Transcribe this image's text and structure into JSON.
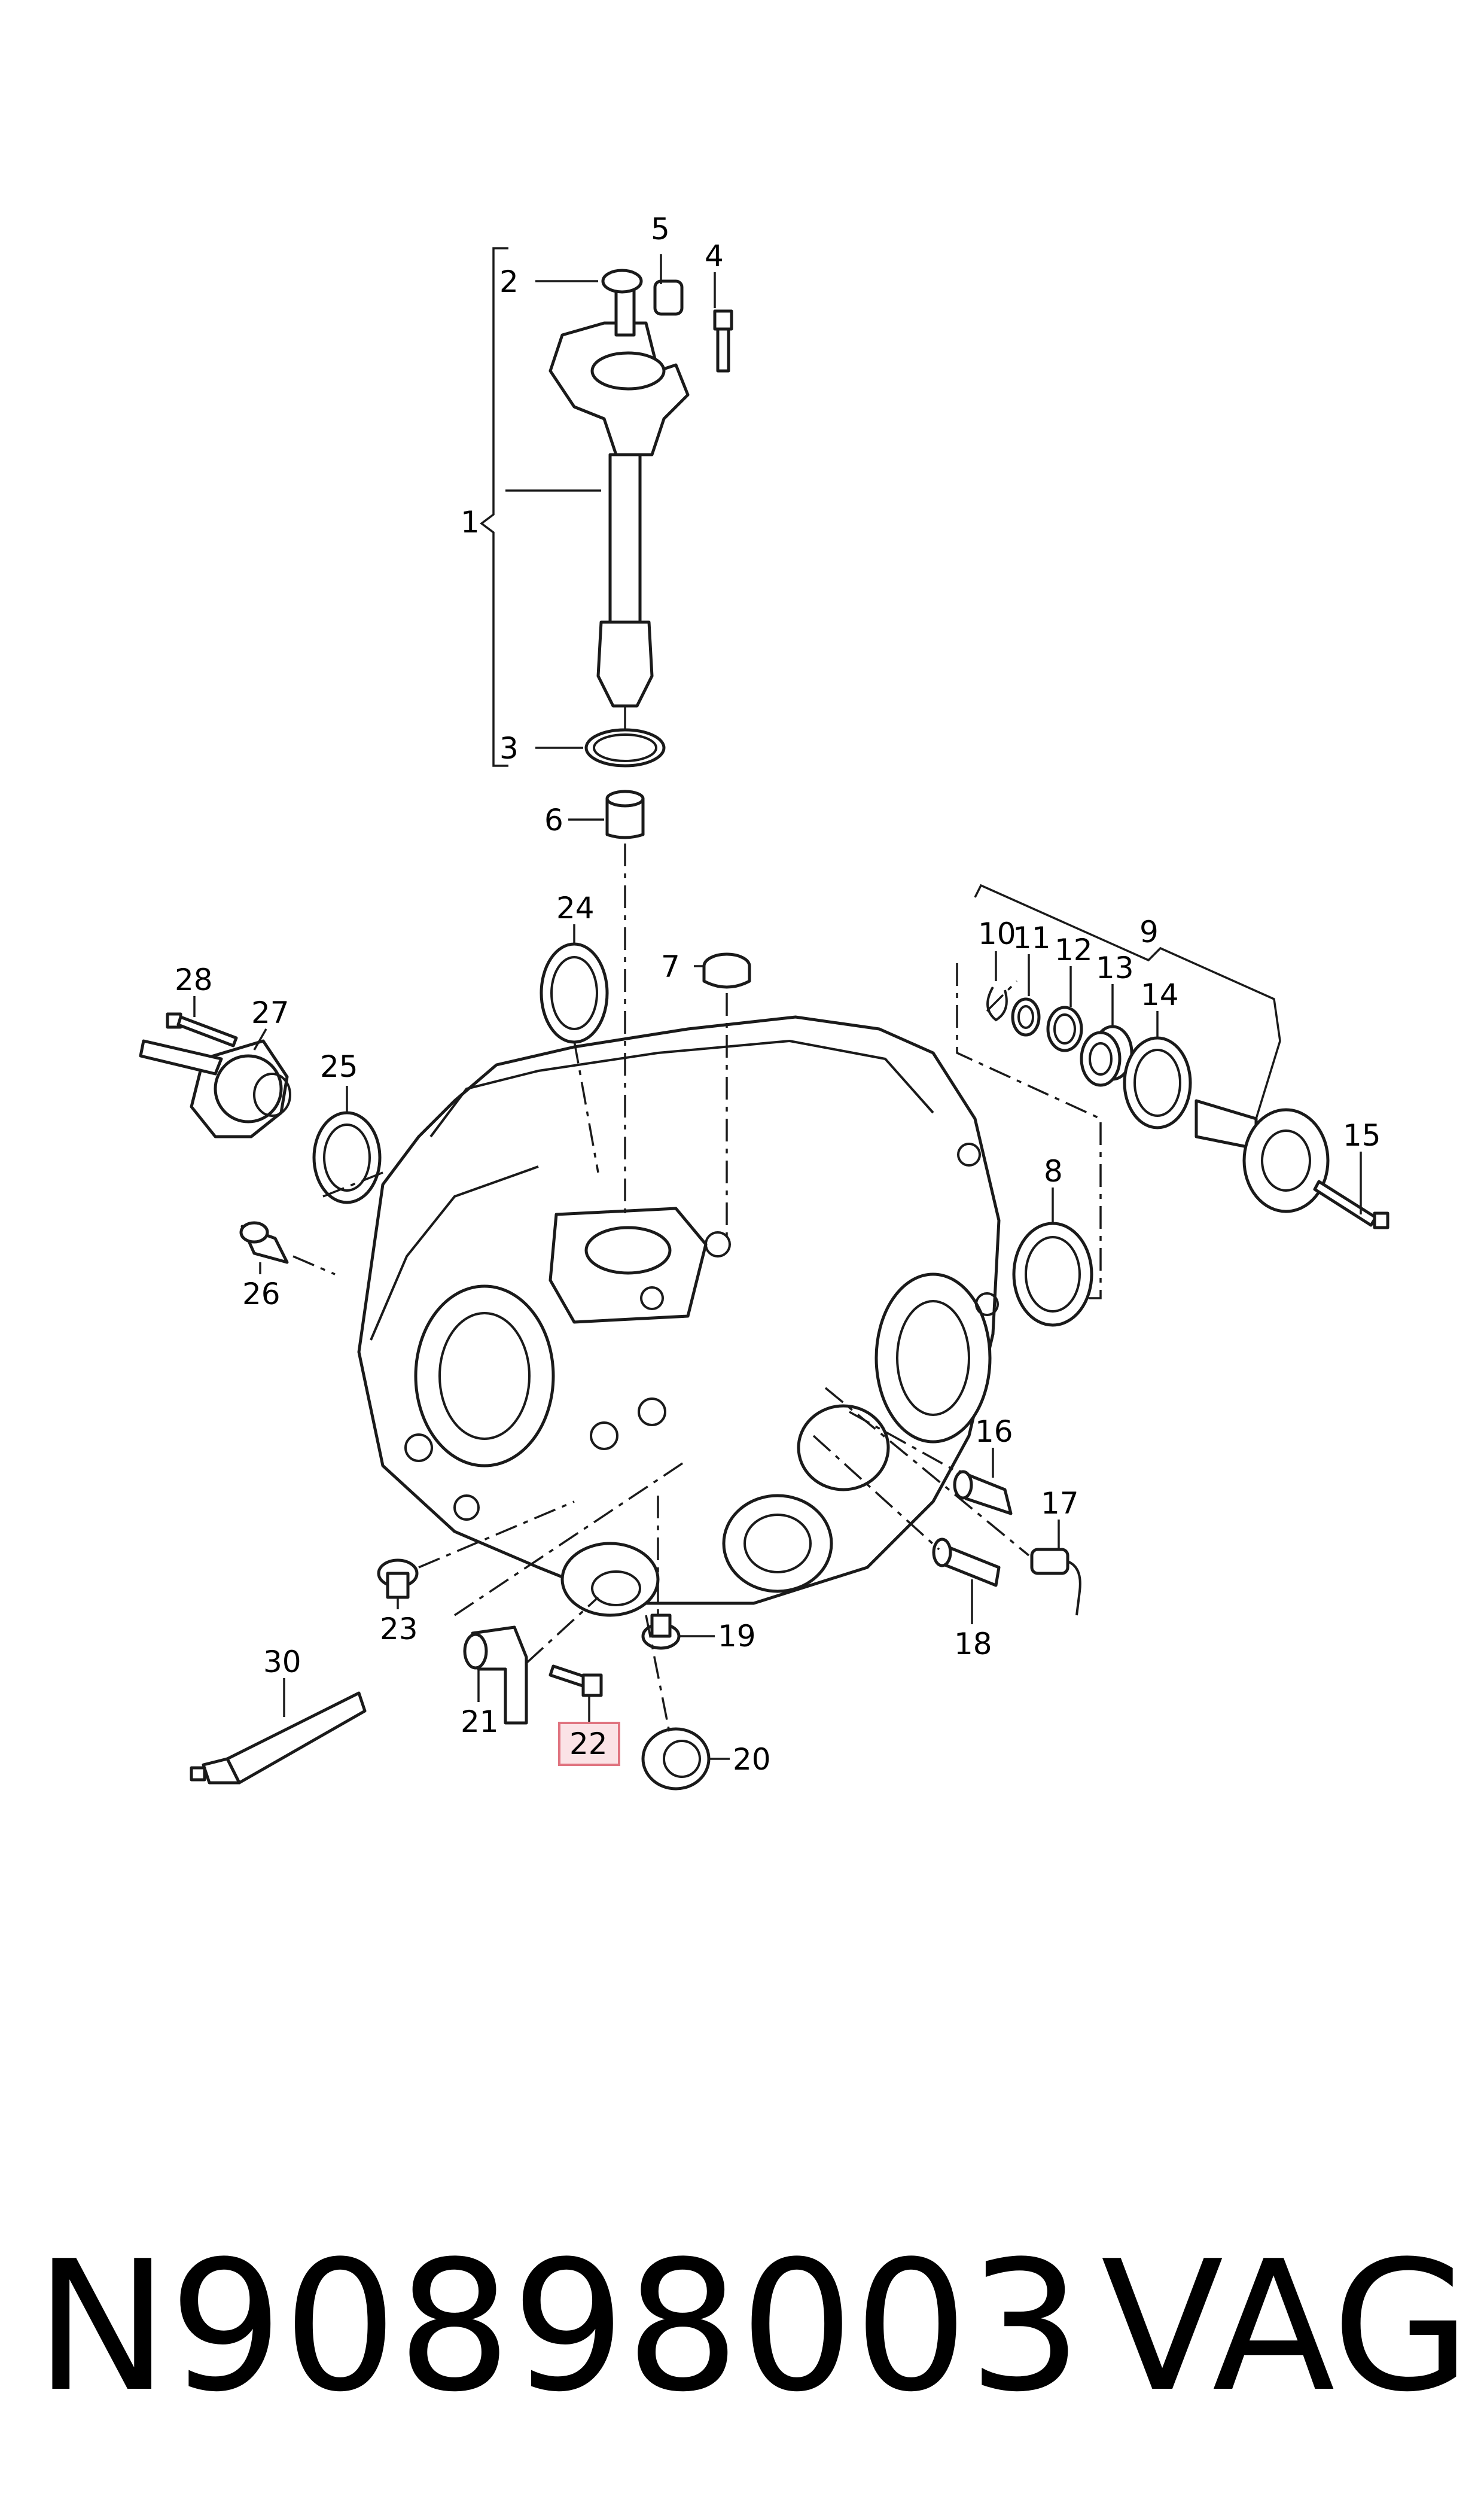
{
  "diagram": {
    "callouts": [
      "1",
      "2",
      "3",
      "4",
      "5",
      "6",
      "7",
      "8",
      "9",
      "10",
      "11",
      "12",
      "13",
      "14",
      "15",
      "16",
      "17",
      "18",
      "19",
      "20",
      "21",
      "22",
      "23",
      "24",
      "25",
      "26",
      "27",
      "28",
      "30"
    ],
    "highlighted_callout": "22",
    "colors": {
      "line": "#1a1a1a",
      "highlight_fill": "#fbe3e6",
      "highlight_stroke": "#e07480"
    }
  },
  "footer": {
    "part_number": "N90898003",
    "brand": "VAG"
  }
}
